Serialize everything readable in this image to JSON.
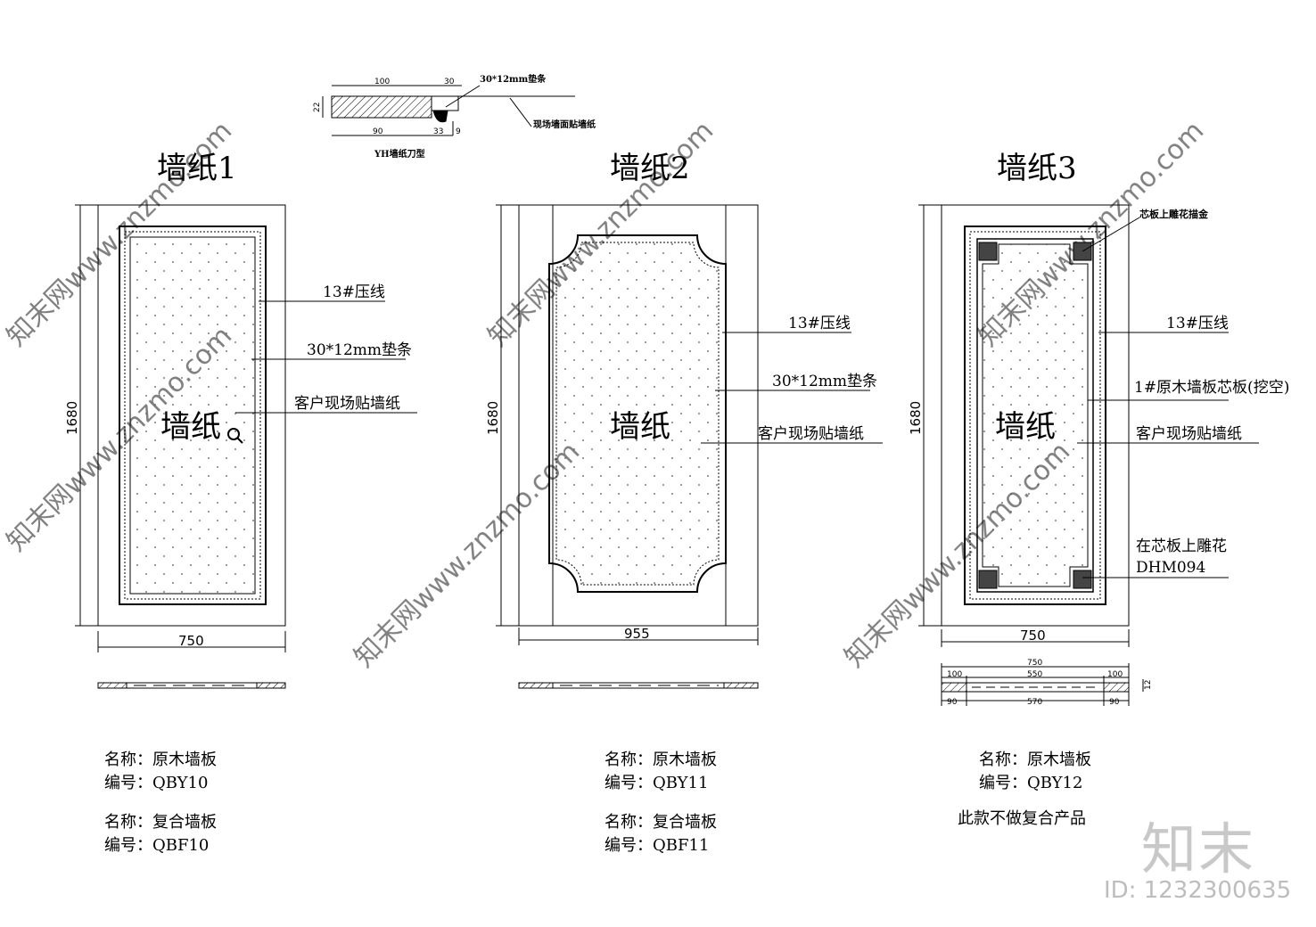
{
  "section_detail": {
    "dims": [
      "100",
      "30",
      "22",
      "90",
      "33",
      "9"
    ],
    "label_strip": "30*12mm垫条",
    "label_wall": "现场墙面贴墙纸",
    "caption": "YH墙纸刀型"
  },
  "panels": [
    {
      "title": "墙纸1",
      "height_dim": "1680",
      "width_dim": "750",
      "center_label": "墙纸",
      "callouts": [
        "13#压线",
        "30*12mm垫条",
        "客户现场贴墙纸"
      ]
    },
    {
      "title": "墙纸2",
      "height_dim": "1680",
      "width_dim": "955",
      "center_label": "墙纸",
      "callouts": [
        "13#压线",
        "30*12mm垫条",
        "客户现场贴墙纸"
      ]
    },
    {
      "title": "墙纸3",
      "height_dim": "1680",
      "width_dim": "750",
      "center_label": "墙纸",
      "callouts": [
        "芯板上雕花描金",
        "13#压线",
        "1#原木墙板芯板(挖空)",
        "客户现场贴墙纸",
        "在芯板上雕花",
        "DHM094"
      ],
      "section_dims": [
        "750",
        "100",
        "550",
        "100",
        "90",
        "570",
        "90",
        "12"
      ]
    }
  ],
  "info": [
    {
      "lines": [
        "名称：原木墙板",
        "编号：QBY10",
        "名称：复合墙板",
        "编号：QBF10"
      ]
    },
    {
      "lines": [
        "名称：原木墙板",
        "编号：QBY11",
        "名称：复合墙板",
        "编号：QBF11"
      ]
    },
    {
      "lines": [
        "名称：原木墙板",
        "编号：QBY12",
        "此款不做复合产品"
      ]
    }
  ],
  "watermark": {
    "logo": "知末",
    "id": "ID: 1232300635",
    "url": "知末网www.znzmo.com"
  },
  "colors": {
    "line": "#000000",
    "watermark": "#c8c8c8"
  }
}
